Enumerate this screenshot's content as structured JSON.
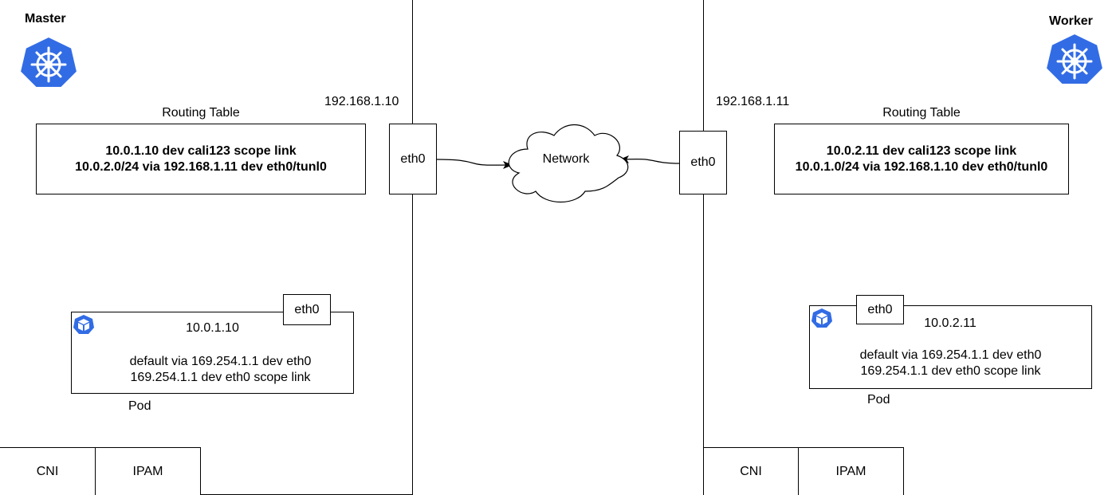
{
  "master": {
    "title": "Master",
    "ip": "192.168.1.10",
    "routing_table_label": "Routing Table",
    "routes": [
      "10.0.1.10 dev cali123 scope link",
      "10.0.2.0/24 via 192.168.1.11 dev eth0/tunl0"
    ],
    "eth_label": "eth0",
    "pod": {
      "ip": "10.0.1.10",
      "eth_label": "eth0",
      "routes": [
        "default via 169.254.1.1 dev eth0",
        "169.254.1.1 dev eth0 scope link"
      ],
      "label": "Pod"
    },
    "cni_label": "CNI",
    "ipam_label": "IPAM"
  },
  "worker": {
    "title": "Worker",
    "ip": "192.168.1.11",
    "routing_table_label": "Routing Table",
    "routes": [
      "10.0.2.11 dev cali123 scope link",
      "10.0.1.0/24 via 192.168.1.10 dev eth0/tunl0"
    ],
    "eth_label": "eth0",
    "pod": {
      "ip": "10.0.2.11",
      "eth_label": "eth0",
      "routes": [
        "default via 169.254.1.1 dev eth0",
        "169.254.1.1 dev eth0 scope link"
      ],
      "label": "Pod"
    },
    "cni_label": "CNI",
    "ipam_label": "IPAM"
  },
  "network": {
    "label": "Network"
  },
  "colors": {
    "kubernetes_blue": "#326CE5",
    "line": "#000000"
  },
  "icons": {
    "node": "kubernetes-helm-icon",
    "pod": "kubernetes-pod-cube-icon"
  }
}
